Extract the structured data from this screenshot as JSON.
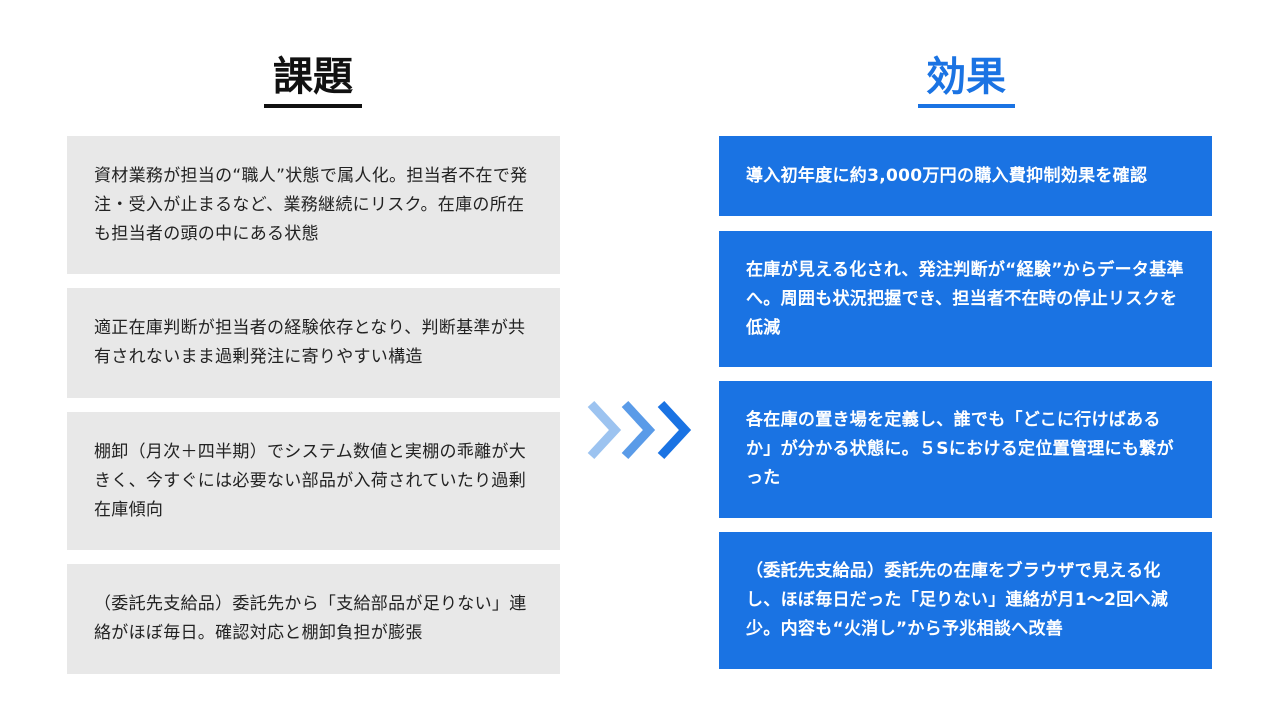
{
  "left": {
    "title": "課題",
    "items": [
      "資材業務が担当の“職人”状態で属人化。担当者不在で発注・受入が止まるなど、業務継続にリスク。在庫の所在も担当者の頭の中にある状態",
      "適正在庫判断が担当者の経験依存となり、判断基準が共有されないまま過剰発注に寄りやすい構造",
      "棚卸（月次＋四半期）でシステム数値と実棚の乖離が大きく、今すぐには必要ない部品が入荷されていたり過剰在庫傾向",
      "（委託先支給品）委託先から「支給部品が足りない」連絡がほぼ毎日。確認対応と棚卸負担が膨張"
    ]
  },
  "right": {
    "title": "効果",
    "items": [
      "導入初年度に約3,000万円の購入費抑制効果を確認",
      "在庫が見える化され、発注判断が“経験”からデータ基準へ。周囲も状況把握でき、担当者不在時の停止リスクを低減",
      "各在庫の置き場を定義し、誰でも「どこに行けばあるか」が分かる状態に。５Sにおける定位置管理にも繋がった",
      "（委託先支給品）委託先の在庫をブラウザで見える化し、ほぼ毎日だった「足りない」連絡が月1〜2回へ減少。内容も“火消し”から予兆相談へ改善"
    ]
  },
  "colors": {
    "accent": "#1a73e3",
    "gray": "#e8e8e8"
  }
}
